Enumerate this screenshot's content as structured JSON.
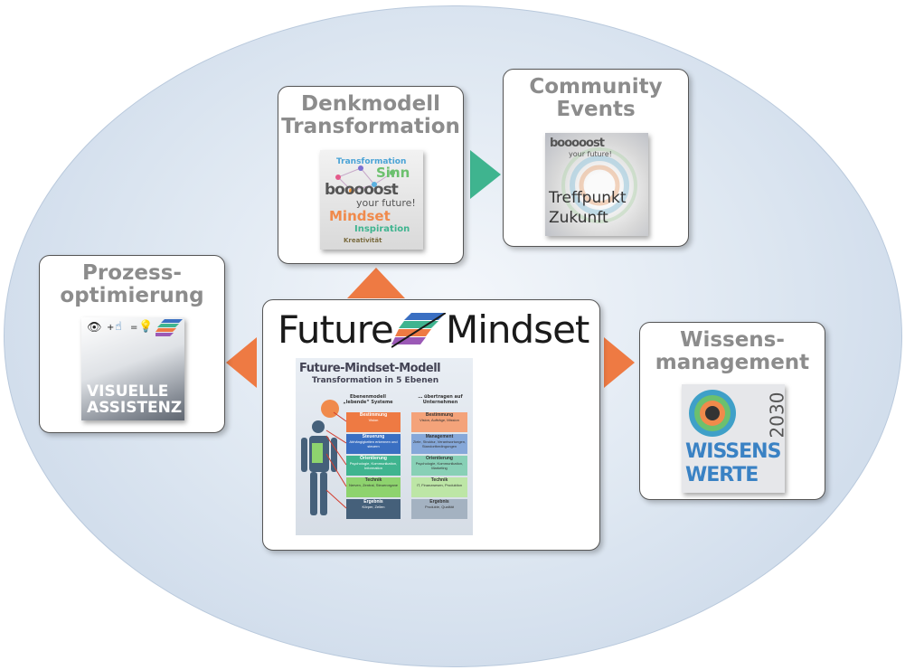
{
  "colors": {
    "orange": "#ee7a43",
    "teal": "#3fb48f",
    "card_border": "#555555",
    "title_gray": "#8c8c8c",
    "ellipse": "#c4d3e6"
  },
  "denkmodell": {
    "title_line1": "Denkmodell",
    "title_line2": "Transformation",
    "thumb": {
      "w1": "Transformation",
      "w2": "Sinn",
      "brand": "booooost",
      "tagline": "your future!",
      "w3": "Mindset",
      "w4": "Inspiration",
      "w5": "Kreativität"
    }
  },
  "community": {
    "title_line1": "Community",
    "title_line2": "Events",
    "thumb": {
      "brand": "booooost",
      "tagline": "your future!",
      "line1": "Treffpunkt",
      "line2": "Zukunft"
    }
  },
  "prozess": {
    "title_line1": "Prozess-",
    "title_line2": "optimierung",
    "thumb": {
      "icon_plus": "+",
      "icon_eq": "=",
      "line1": "VISUELLE",
      "line2": "ASSISTENZ"
    }
  },
  "wissens": {
    "title_line1": "Wissens-",
    "title_line2": "management",
    "thumb": {
      "year": "2030",
      "line1": "WISSENS",
      "line2": "WERTE"
    }
  },
  "future": {
    "logo_left": "Future",
    "logo_right": "Mindset",
    "model": {
      "title": "Future-Mindset-Modell",
      "subtitle": "Transformation in 5 Ebenen",
      "left_header": "Ebenenmodell „lebende“ Systeme",
      "right_header": "… übertragen auf Unternehmen",
      "left_levels": [
        {
          "name": "Bestimmung",
          "desc": "Vision"
        },
        {
          "name": "Steuerung",
          "desc": "Abhängigkeiten erkennen und steuern"
        },
        {
          "name": "Orientierung",
          "desc": "Psychologie, Kommunikation, Information"
        },
        {
          "name": "Technik",
          "desc": "Nerven, Zentral, Steuerorgane"
        },
        {
          "name": "Ergebnis",
          "desc": "Körper, Zellen"
        }
      ],
      "right_levels": [
        {
          "name": "Bestimmung",
          "desc": "Vision, Aufträge, Mission"
        },
        {
          "name": "Management",
          "desc": "Ziele, Struktur, Verantwortungen, Standortbedingungen"
        },
        {
          "name": "Orientierung",
          "desc": "Psychologie, Kommunikation, Marketing"
        },
        {
          "name": "Technik",
          "desc": "IT, Finanzwesen, Produktion"
        },
        {
          "name": "Ergebnis",
          "desc": "Produkte, Qualität"
        }
      ]
    }
  }
}
